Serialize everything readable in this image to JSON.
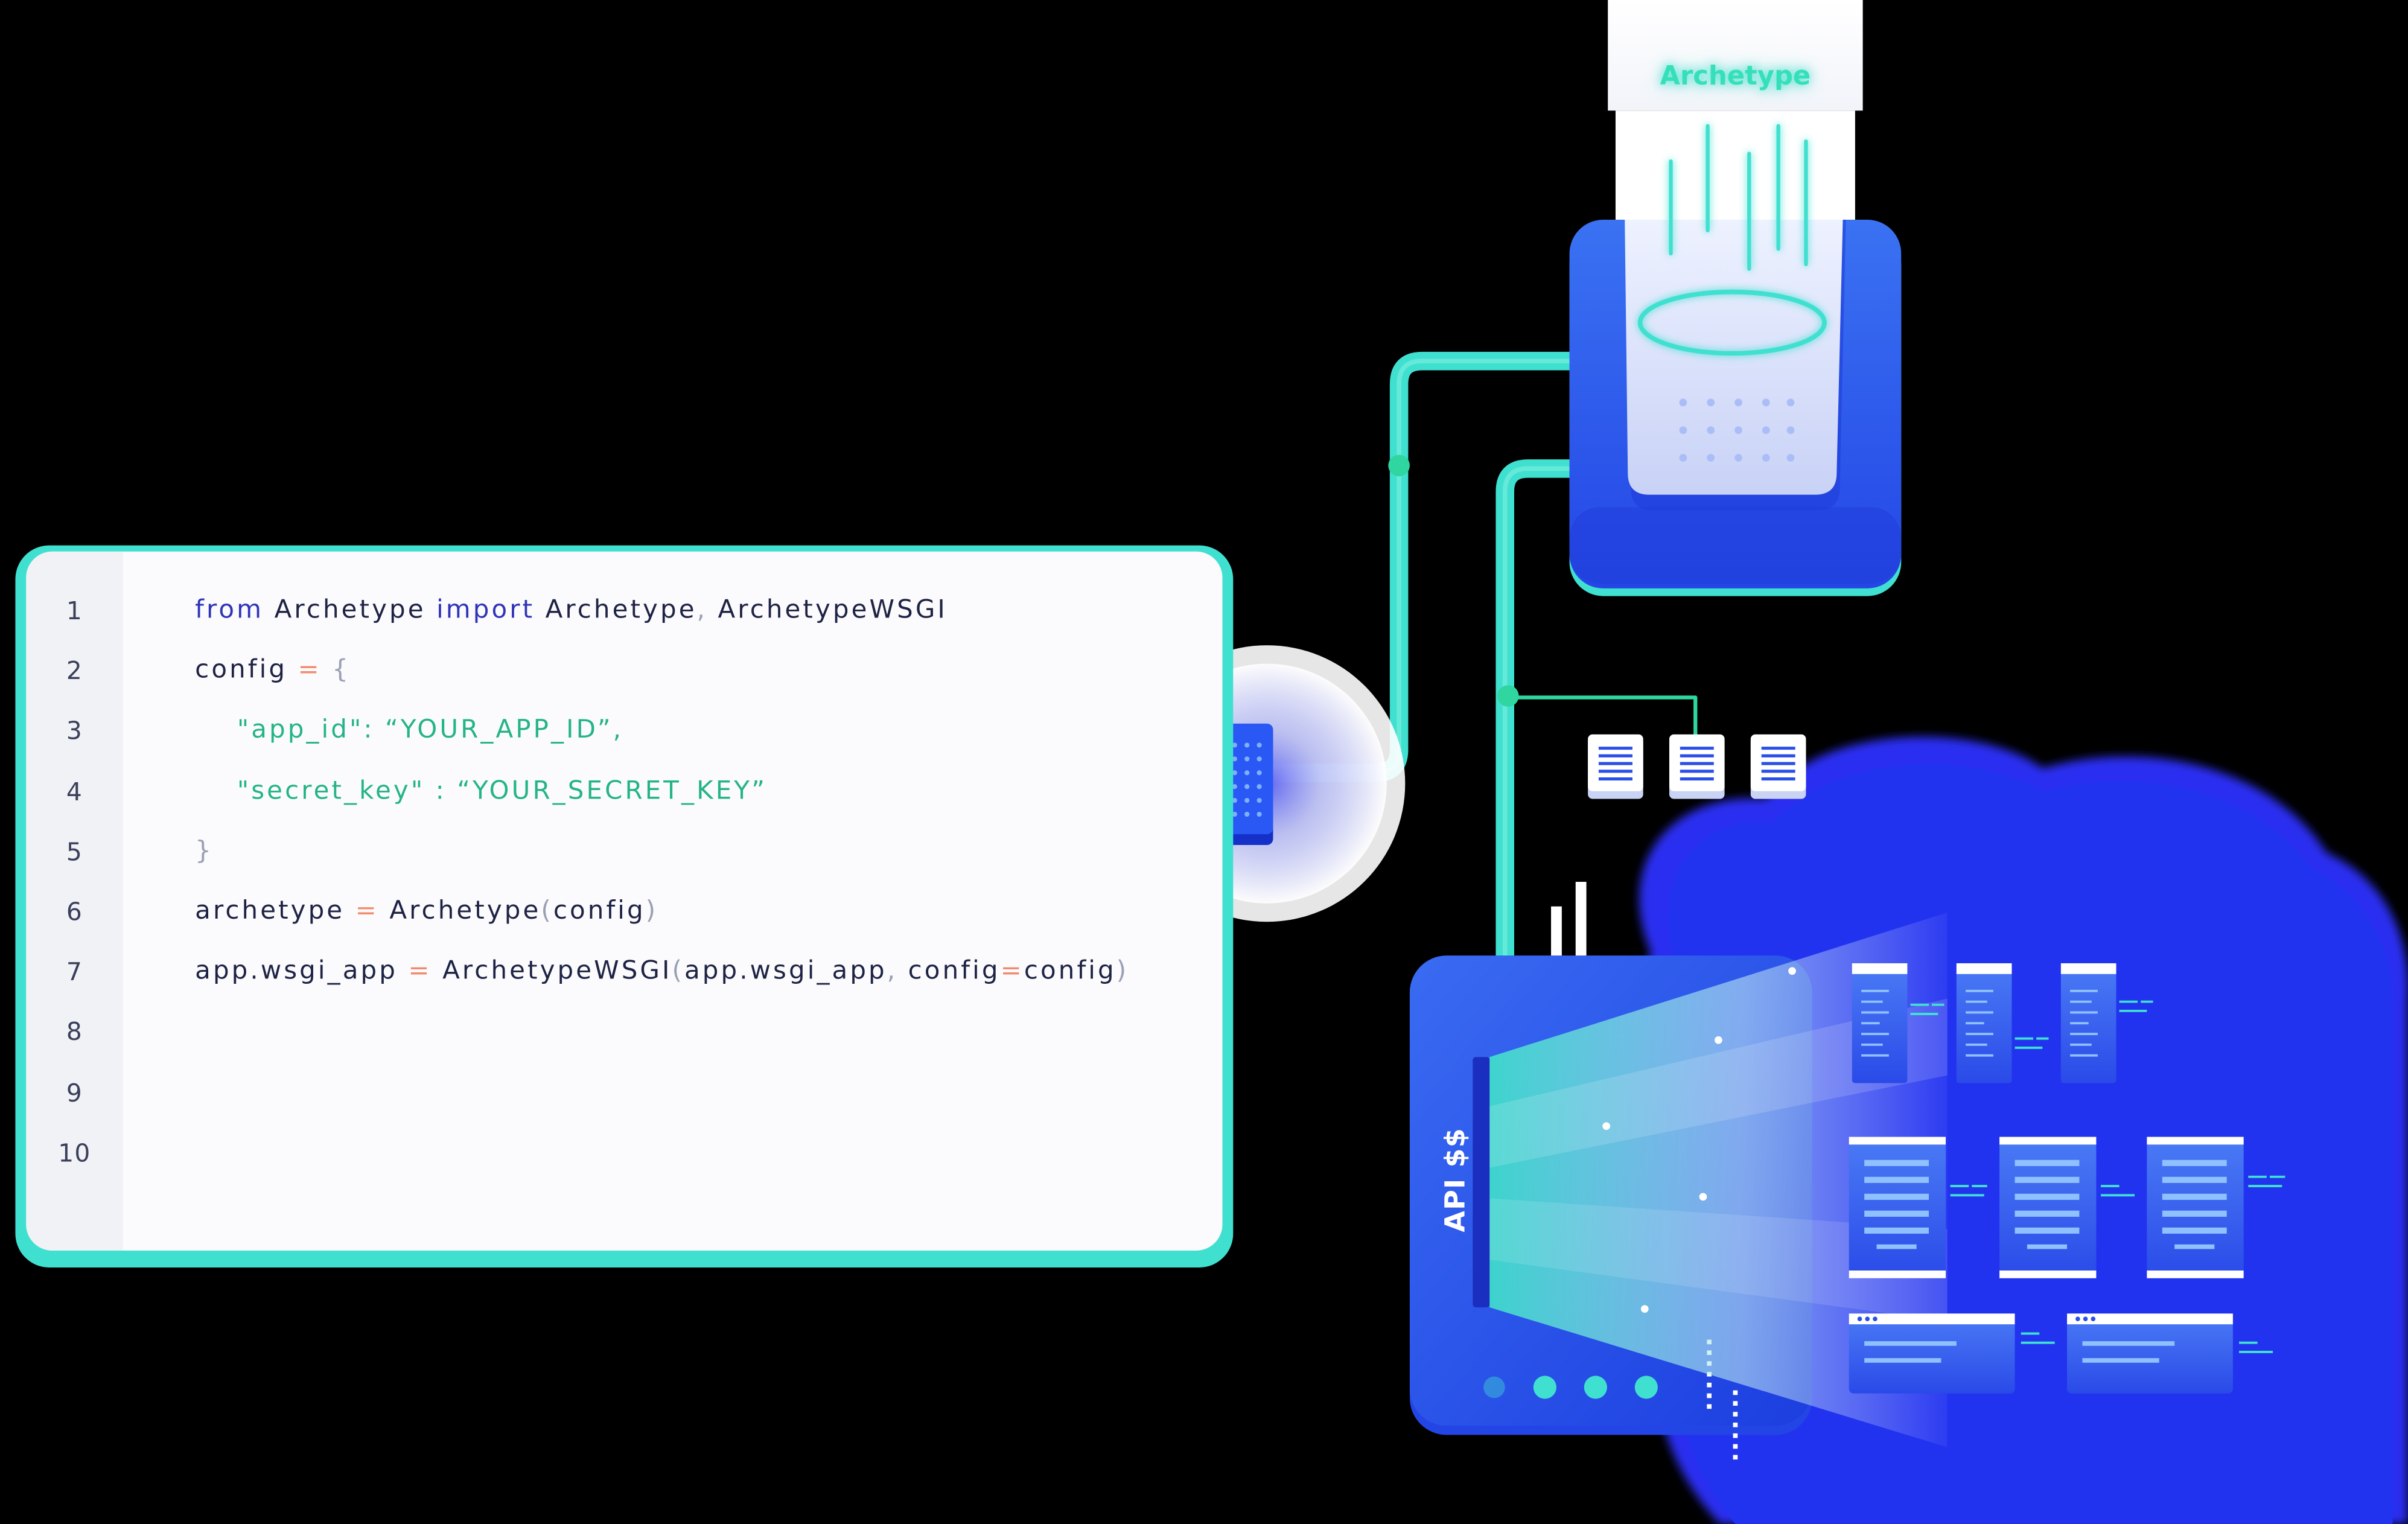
{
  "editor": {
    "line_numbers": [
      "1",
      "2",
      "3",
      "4",
      "5",
      "6",
      "7",
      "8",
      "9",
      "10"
    ],
    "lines": [
      [
        {
          "t": "from",
          "c": "kw"
        },
        {
          "t": " Archetype ",
          "c": "id"
        },
        {
          "t": "import",
          "c": "kw"
        },
        {
          "t": " Archetype",
          "c": "id"
        },
        {
          "t": ",",
          "c": "punc"
        },
        {
          "t": " ArchetypeWSGI",
          "c": "id"
        }
      ],
      [
        {
          "t": "config ",
          "c": "id"
        },
        {
          "t": "=",
          "c": "op"
        },
        {
          "t": " {",
          "c": "punc"
        }
      ],
      [
        {
          "t": "    \"app_id\": “YOUR_APP_ID”,",
          "c": "str"
        }
      ],
      [
        {
          "t": "    \"secret_key\" : “YOUR_SECRET_KEY”",
          "c": "str"
        }
      ],
      [
        {
          "t": "}",
          "c": "punc"
        }
      ],
      [
        {
          "t": "archetype ",
          "c": "id"
        },
        {
          "t": "=",
          "c": "op"
        },
        {
          "t": " Archetype",
          "c": "id"
        },
        {
          "t": "(",
          "c": "punc"
        },
        {
          "t": "config",
          "c": "id"
        },
        {
          "t": ")",
          "c": "punc"
        }
      ],
      [
        {
          "t": "app.wsgi_app ",
          "c": "id"
        },
        {
          "t": "=",
          "c": "op"
        },
        {
          "t": " ArchetypeWSGI",
          "c": "id"
        },
        {
          "t": "(",
          "c": "punc"
        },
        {
          "t": "app.wsgi_app",
          "c": "id"
        },
        {
          "t": ", ",
          "c": "punc"
        },
        {
          "t": "config",
          "c": "id"
        },
        {
          "t": "=",
          "c": "op"
        },
        {
          "t": "config",
          "c": "id"
        },
        {
          "t": ")",
          "c": "punc"
        }
      ],
      [],
      [],
      []
    ]
  },
  "api_server": {
    "label": "API $$"
  },
  "archetype_device": {
    "label": "Archetype"
  },
  "colors": {
    "teal": "#40e0d0",
    "green": "#2fd6a0",
    "blue": "#2a4df0",
    "deep_blue": "#1f3de0",
    "keyword": "#2f34b8",
    "string": "#25b487",
    "operator": "#f08c6e"
  },
  "icons": {
    "chip": "chip-icon",
    "document": "document-icon",
    "server": "server-icon"
  }
}
